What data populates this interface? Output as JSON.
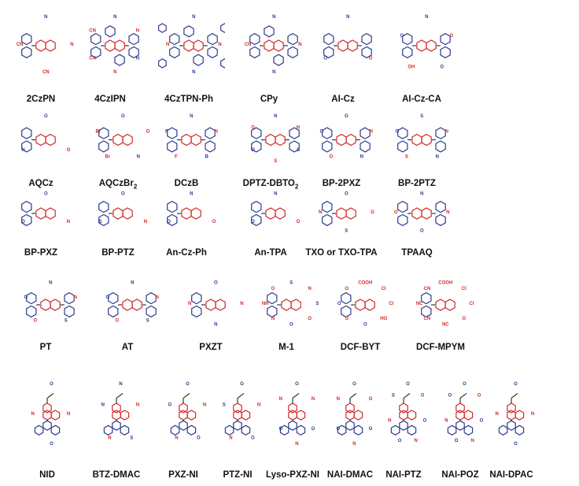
{
  "molecules": [
    {
      "label": "2CzPN",
      "atoms": [
        "N",
        "N",
        "CN",
        "CN"
      ],
      "kind": "cz2"
    },
    {
      "label": "4CzIPN",
      "atoms": [
        "N",
        "N",
        "N",
        "N",
        "CN",
        "CN"
      ],
      "kind": "cz4"
    },
    {
      "label": "4CzTPN-Ph",
      "atoms": [
        "N",
        "N",
        "N",
        "N"
      ],
      "kind": "cz4big"
    },
    {
      "label": "CPy",
      "atoms": [
        "N",
        "N",
        "N",
        "CN"
      ],
      "kind": "cpy"
    },
    {
      "label": "AI-Cz",
      "atoms": [
        "N",
        "O",
        "O"
      ],
      "kind": "aicz"
    },
    {
      "label": "AI-Cz-CA",
      "atoms": [
        "N",
        "O",
        "O",
        "OH",
        "O"
      ],
      "kind": "aiczca"
    },
    {
      "label": "AQCz",
      "atoms": [
        "O",
        "O",
        "N"
      ],
      "kind": "aq"
    },
    {
      "label": "AQCzBr",
      "sub": "2",
      "atoms": [
        "O",
        "O",
        "N",
        "Br",
        "Br"
      ],
      "kind": "aqbr"
    },
    {
      "label": "DCzB",
      "atoms": [
        "N",
        "N",
        "B",
        "F",
        "F"
      ],
      "kind": "dczb"
    },
    {
      "label": "DPTZ-DBTO",
      "sub": "2",
      "atoms": [
        "N",
        "N",
        "S",
        "S",
        "O",
        "O"
      ],
      "kind": "dptz"
    },
    {
      "label": "BP-2PXZ",
      "atoms": [
        "O",
        "N",
        "N",
        "O",
        "O"
      ],
      "kind": "bp2"
    },
    {
      "label": "BP-2PTZ",
      "atoms": [
        "S",
        "N",
        "N",
        "S",
        "O"
      ],
      "kind": "bp2"
    },
    {
      "label": "BP-PXZ",
      "atoms": [
        "O",
        "N",
        "O"
      ],
      "kind": "bp1"
    },
    {
      "label": "BP-PTZ",
      "atoms": [
        "O",
        "N",
        "S"
      ],
      "kind": "bp1"
    },
    {
      "label": "An-Cz-Ph",
      "atoms": [
        "N",
        "O",
        "O"
      ],
      "kind": "ancz"
    },
    {
      "label": "An-TPA",
      "atoms": [
        "N",
        "O",
        "O"
      ],
      "kind": "antpa"
    },
    {
      "label": "TXO  or  TXO-TPA",
      "atoms": [
        "O",
        "O",
        "S",
        "N"
      ],
      "kind": "txo"
    },
    {
      "label": "TPAAQ",
      "atoms": [
        "N",
        "N",
        "O",
        "O"
      ],
      "kind": "tpaaq"
    },
    {
      "label": "PT",
      "atoms": [
        "N",
        "N",
        "S",
        "O",
        "O"
      ],
      "kind": "pt"
    },
    {
      "label": "AT",
      "atoms": [
        "N",
        "N",
        "S",
        "O",
        "O"
      ],
      "kind": "pt"
    },
    {
      "label": "PXZT",
      "atoms": [
        "O",
        "N",
        "N",
        "N"
      ],
      "kind": "pxzt"
    },
    {
      "label": "M-1",
      "atoms": [
        "S",
        "N",
        "S",
        "O",
        "O",
        "N",
        "NH",
        "O"
      ],
      "kind": "m1"
    },
    {
      "label": "DCF-BYT",
      "atoms": [
        "COOH",
        "Cl",
        "Cl",
        "HO",
        "O",
        "O",
        "O",
        "O"
      ],
      "kind": "dcf"
    },
    {
      "label": "DCF-MPYM",
      "atoms": [
        "COOH",
        "Cl",
        "Cl",
        "O",
        "NC",
        "CN",
        "NC",
        "CN"
      ],
      "kind": "dcf"
    },
    {
      "label": "NID",
      "atoms": [
        "O",
        "N",
        "O",
        "N"
      ],
      "kind": "nid"
    },
    {
      "label": "BTZ-DMAC",
      "atoms": [
        "N",
        "N",
        "S",
        "N",
        "N"
      ],
      "kind": "btz"
    },
    {
      "label": "PXZ-NI",
      "atoms": [
        "O",
        "N",
        "O",
        "N",
        "O"
      ],
      "kind": "ni"
    },
    {
      "label": "PTZ-NI",
      "atoms": [
        "O",
        "N",
        "O",
        "N",
        "S"
      ],
      "kind": "ni"
    },
    {
      "label": "Lyso-PXZ-NI",
      "atoms": [
        "O",
        "N",
        "O",
        "N",
        "O",
        "N"
      ],
      "kind": "ni"
    },
    {
      "label": "NAI-DMAC",
      "atoms": [
        "O",
        "O",
        "O",
        "N",
        "O",
        "N"
      ],
      "kind": "ni"
    },
    {
      "label": "NAI-PTZ",
      "atoms": [
        "O",
        "O",
        "O",
        "N",
        "O",
        "N",
        "S"
      ],
      "kind": "ni"
    },
    {
      "label": "NAI-POZ",
      "atoms": [
        "O",
        "O",
        "O",
        "N",
        "O",
        "N",
        "O"
      ],
      "kind": "ni"
    },
    {
      "label": "NAI-DPAC",
      "atoms": [
        "O",
        "N",
        "O",
        "N"
      ],
      "kind": "ni"
    }
  ],
  "colors": {
    "donor": "#2b3b8f",
    "acceptor": "#d02a2a",
    "text": "#111111"
  }
}
